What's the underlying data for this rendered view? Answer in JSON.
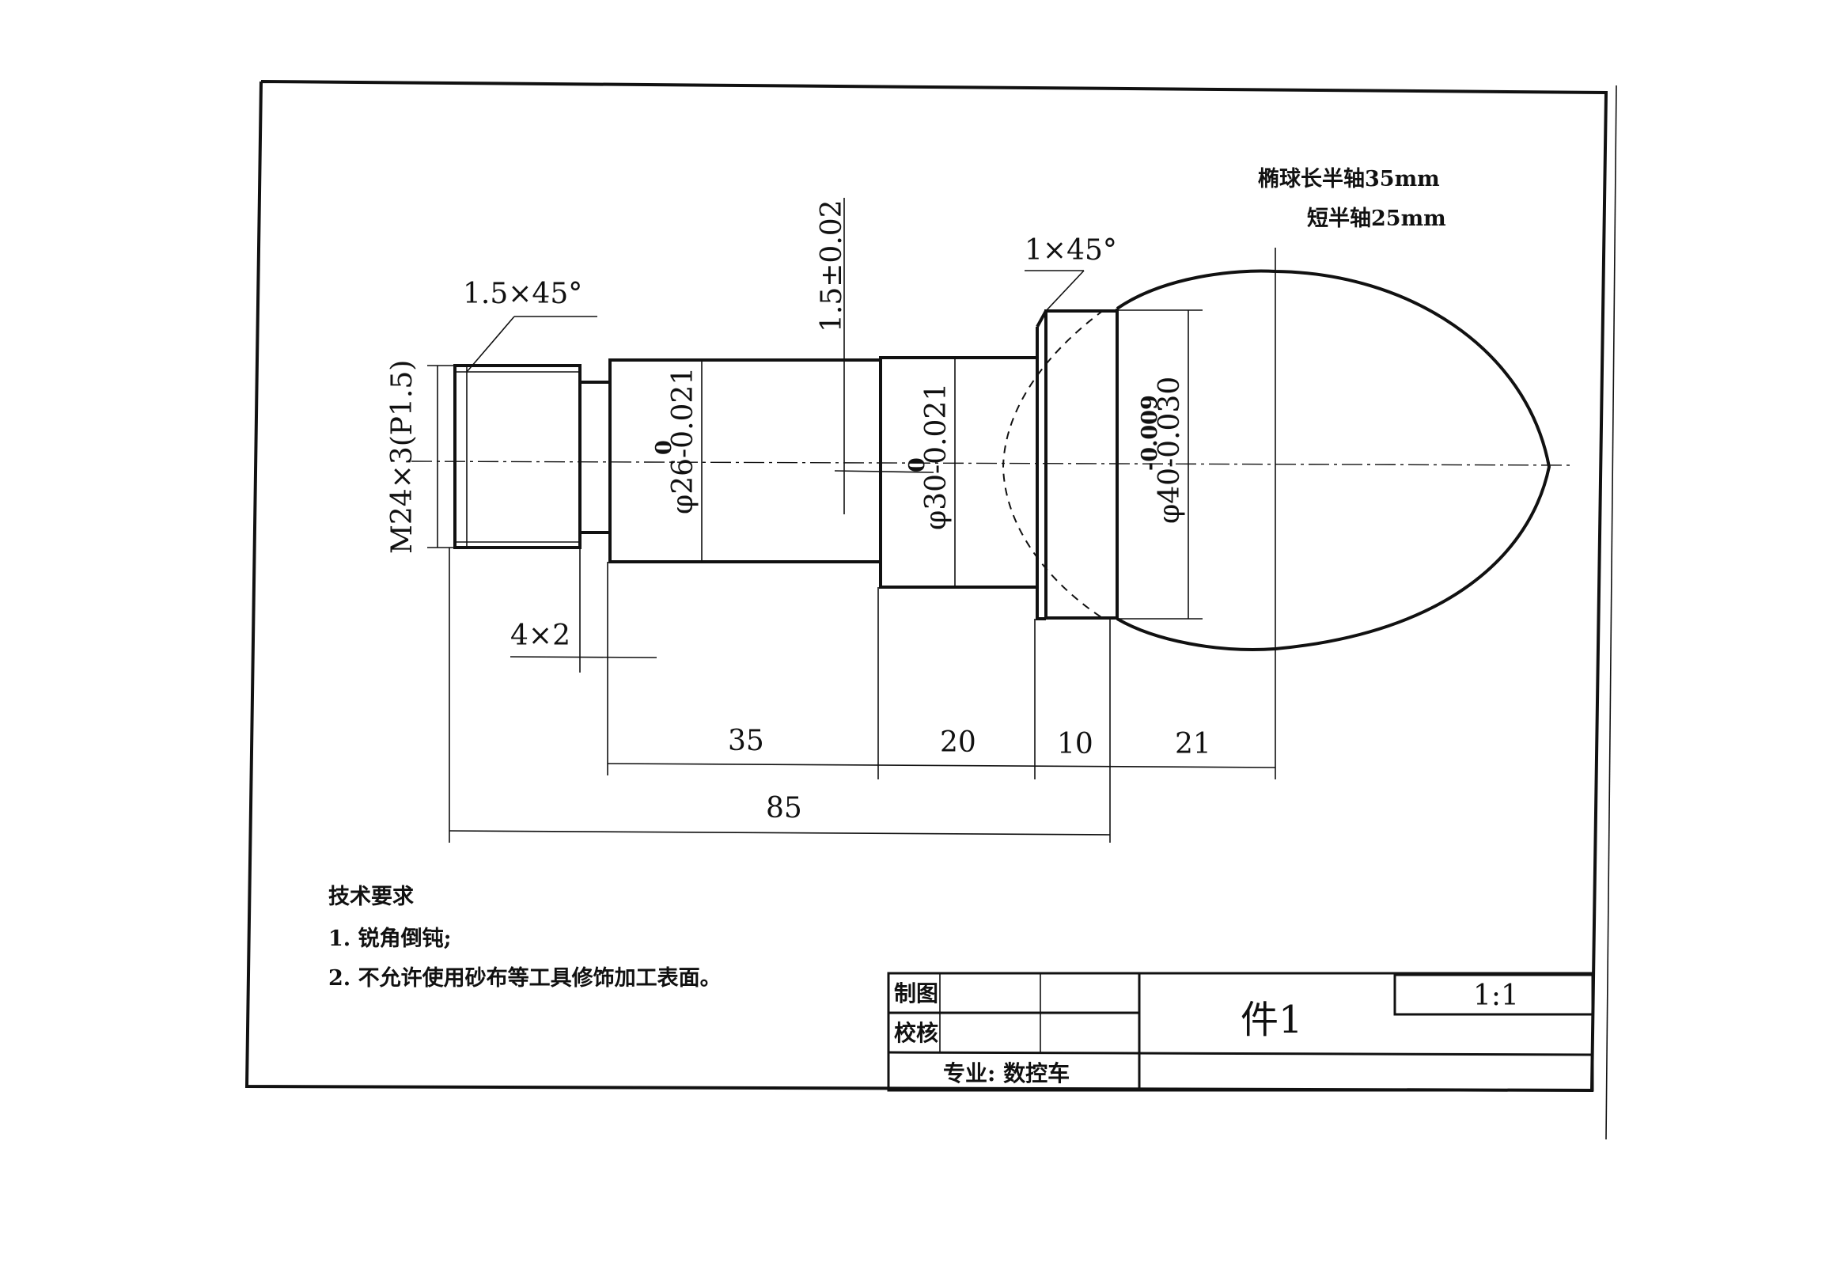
{
  "annotations": {
    "ellipse_note_1": "椭球长半轴35mm",
    "ellipse_note_2": "短半轴25mm"
  },
  "dimensions": {
    "chamfer_left": "1.5×45°",
    "chamfer_right": "1×45°",
    "step_tolerance": "1.5±0.02",
    "thread": "M24×3(P1.5)",
    "diam_26": "φ26-0.021",
    "diam_26_upper": "0",
    "diam_30": "φ30-0.021",
    "diam_30_upper": "0",
    "diam_40": "φ40-0.030",
    "diam_40_upper": "-0.009",
    "groove": "4×2",
    "len_35": "35",
    "len_20": "20",
    "len_10": "10",
    "len_21": "21",
    "len_85": "85"
  },
  "tech_requirements": {
    "title": "技术要求",
    "item_1": "1. 锐角倒钝;",
    "item_2": "2. 不允许使用砂布等工具修饰加工表面。"
  },
  "title_block": {
    "drawn_label": "制图",
    "checked_label": "校核",
    "part_name": "件1",
    "scale": "1:1",
    "major": "专业: 数控车"
  }
}
